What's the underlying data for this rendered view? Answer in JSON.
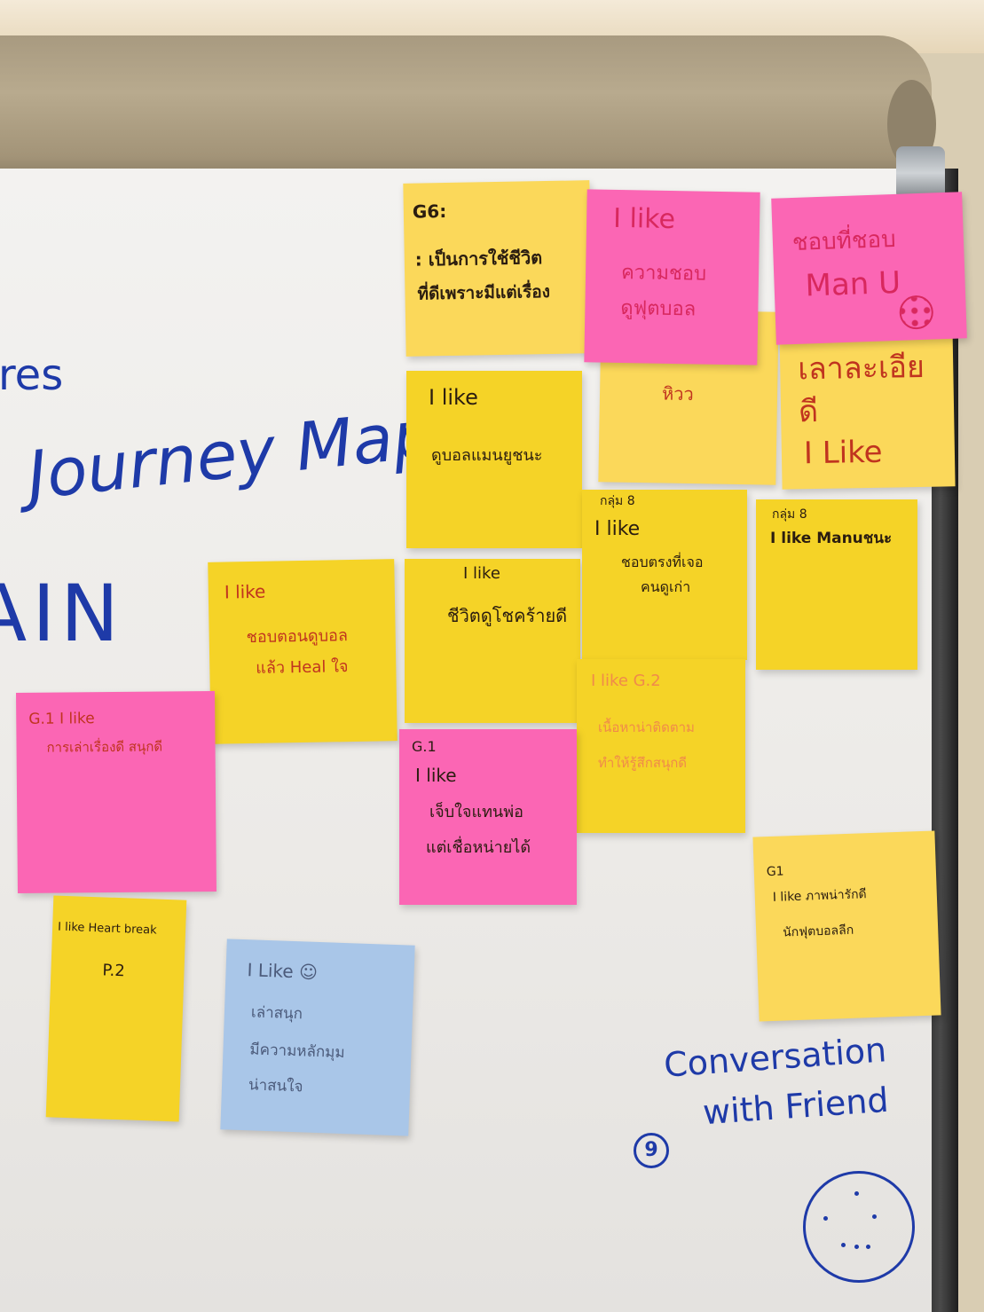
{
  "board": {
    "heading_fragment": "res",
    "title": "Journey Map",
    "side_fragment": "AIN",
    "conversation_line1": "Conversation",
    "conversation_line2": "with Friend",
    "step_number": "9"
  },
  "notes": {
    "n1": {
      "l1": "G6:",
      "l2": ": เป็นการใช้ชีวิต",
      "l3": "ที่ดีเพราะมีแต่เรื่อง"
    },
    "n2": {
      "l1": "I like",
      "l2": "ความชอบ",
      "l3": "ดูฟุตบอล"
    },
    "n3": {
      "l1": "ชอบที่ชอบ",
      "l2": "Man U"
    },
    "n4": {
      "l1": "I like",
      "l2": "ดูบอลแมนยูชนะ"
    },
    "n5": {
      "l1": "หิวว"
    },
    "n6": {
      "l1": "เลาละเอีย",
      "l2": "ดี",
      "l3": "I Like"
    },
    "n7": {
      "l1": "I like",
      "l2": "ชอบตอนดูบอล",
      "l3": "แล้ว Heal ใจ"
    },
    "n8": {
      "l1": "I like",
      "l2": "ชีวิตดูโชคร้ายดี"
    },
    "n9": {
      "l1": "กลุ่ม 8",
      "l2": "I like",
      "l3": "ชอบตรงที่เจอ",
      "l4": "คนดูเก่า"
    },
    "n10": {
      "l1": "กลุ่ม 8",
      "l2": "I like Manuชนะ"
    },
    "n11": {
      "l1": "G.1  I like",
      "l2": "การเล่าเรื่องดี สนุกดี"
    },
    "n12": {
      "l1": "I like      G.2",
      "l2": "เนื้อหาน่าติดตาม",
      "l3": "ทำให้รู้สึกสนุกดี"
    },
    "n13": {
      "l1": "G.1",
      "l2": "I like",
      "l3": "เจ็บใจแทนพ่อ",
      "l4": "แต่เชื่อหน่ายได้"
    },
    "n14": {
      "l1": "G1",
      "l2": "I like  ภาพน่ารักดี",
      "l3": "นักฟุตบอลลีก"
    },
    "n15": {
      "l1": "I like Heart break",
      "l2": "P.2"
    },
    "n16": {
      "l1": "I Like ☺",
      "l2": "เล่าสนุก",
      "l3": "มีความหลักมุม",
      "l4": "น่าสนใจ"
    }
  }
}
